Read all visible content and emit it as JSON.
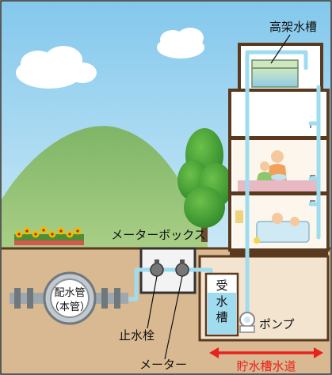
{
  "labels": {
    "elevated_tank": "高架水槽",
    "meter_box": "メーターボックス",
    "main_pipe_line1": "配水管",
    "main_pipe_line2": "（本管）",
    "receiving_tank": [
      "受",
      "水",
      "槽"
    ],
    "pump": "ポンプ",
    "stop_valve": "止水栓",
    "meter": "メーター",
    "tank_water_supply": "貯水槽水道"
  },
  "colors": {
    "sky": "#9fd3ef",
    "ground": "#d8b892",
    "grass_line": "#5a3a1e",
    "hill": "#8cbd74",
    "water_pipe": "#9fdcf0",
    "red_accent": "#e8211c",
    "building_wall": "#ffffff",
    "building_outline": "#5a3a1e"
  }
}
